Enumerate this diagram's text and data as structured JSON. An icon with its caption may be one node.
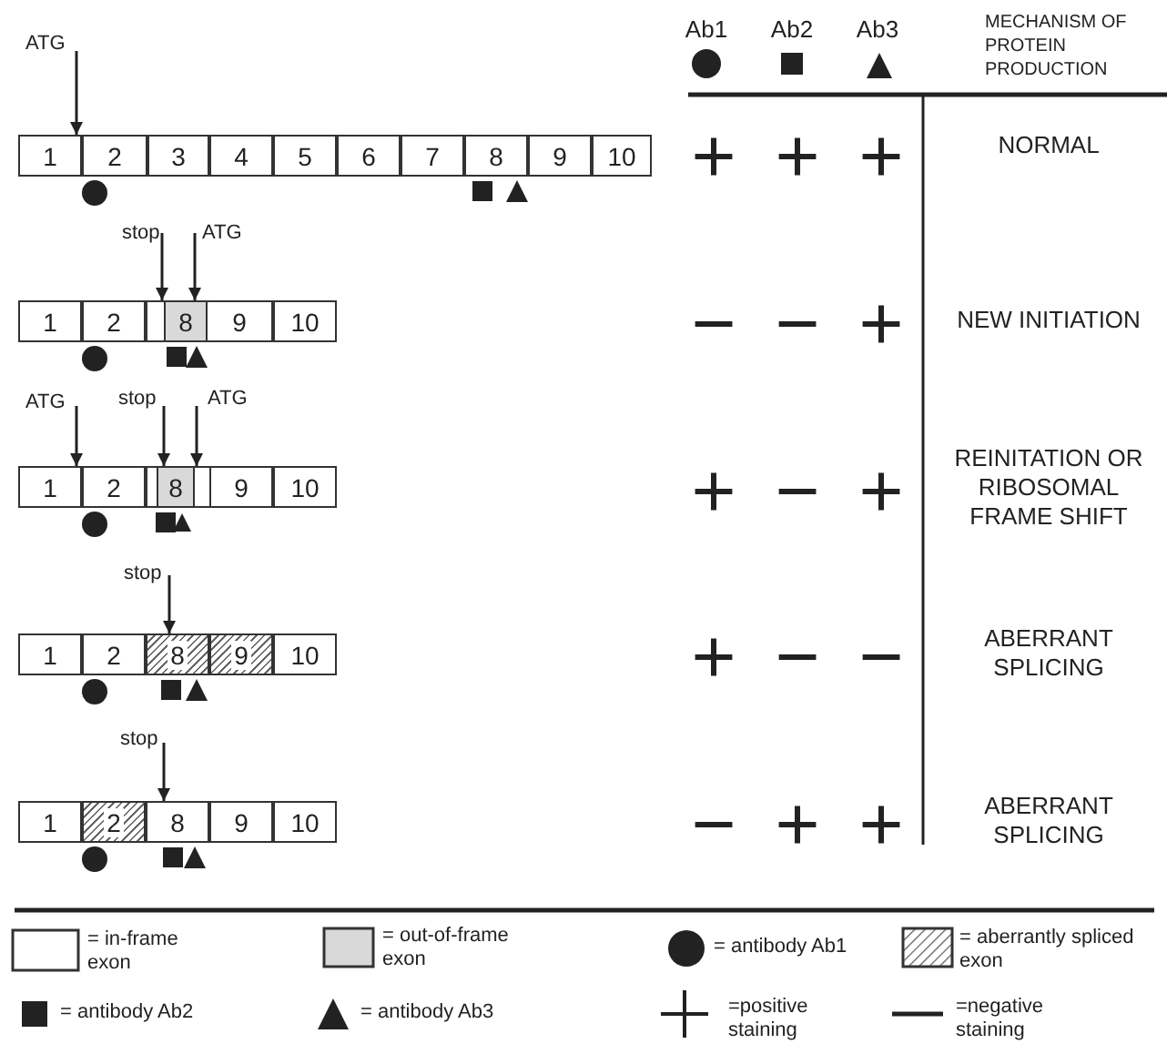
{
  "diagram": {
    "nodes": [
      {
        "text": [
          "1"
        ]
      },
      {
        "text": [
          "2"
        ]
      },
      {
        "text": [
          "3"
        ]
      },
      {
        "text": [
          "4"
        ]
      },
      {
        "text": [
          "5"
        ]
      },
      {
        "text": [
          "6"
        ]
      },
      {
        "text": [
          "7"
        ]
      },
      {
        "text": [
          "8"
        ]
      },
      {
        "text": [
          "9"
        ]
      },
      {
        "text": [
          "10"
        ]
      },
      {
        "text": [
          "1"
        ]
      },
      {
        "text": [
          "2"
        ]
      },
      {
        "text": [],
        "shape": "box"
      },
      {
        "text": [
          "8"
        ]
      },
      {
        "text": [
          "9"
        ]
      },
      {
        "text": [
          "10"
        ]
      },
      {
        "text": [
          "1"
        ]
      },
      {
        "text": [
          "2"
        ]
      },
      {
        "text": [],
        "shape": "box"
      },
      {
        "text": [
          "8"
        ]
      },
      {
        "text": [],
        "shape": "box"
      },
      {
        "text": [
          "9"
        ]
      },
      {
        "text": [
          "10"
        ]
      },
      {
        "text": [
          "1"
        ]
      },
      {
        "text": [
          "2"
        ]
      },
      {
        "text": [
          "8"
        ]
      },
      {
        "text": [
          "9"
        ]
      },
      {
        "text": [
          "10"
        ]
      },
      {
        "text": [
          "1"
        ]
      },
      {
        "text": [
          "2"
        ]
      },
      {
        "text": [
          "8"
        ]
      },
      {
        "text": [
          "9"
        ]
      },
      {
        "text": [
          "10"
        ]
      }
    ],
    "edges": [
      {
        "from": null,
        "to": 0,
        "arrow": "to",
        "label": "ATG"
      },
      {
        "from": null,
        "to": 12,
        "arrow": "to",
        "label": "stop"
      },
      {
        "from": null,
        "to": 13,
        "arrow": "to",
        "label": "ATG"
      },
      {
        "from": null,
        "to": 16,
        "arrow": "to",
        "label": "ATG"
      },
      {
        "from": null,
        "to": 19,
        "arrow": "to",
        "label": "stop"
      },
      {
        "from": null,
        "to": 20,
        "arrow": "to",
        "label": "ATG"
      },
      {
        "from": null,
        "to": 25,
        "arrow": "to",
        "label": "stop"
      },
      {
        "from": null,
        "to": 30,
        "arrow": "to",
        "label": "stop"
      }
    ],
    "labels": [
      "Ab1",
      "Ab2",
      "Ab3",
      "MECHANISM OF PROTEIN PRODUCTION",
      "+",
      "+",
      "+",
      "NORMAL",
      "−",
      "−",
      "+",
      "NEW INITIATION",
      "+",
      "−",
      "+",
      "REINITATION OR RIBOSOMAL FRAME SHIFT",
      "+",
      "−",
      "−",
      "ABERRANT SPLICING",
      "−",
      "+",
      "+",
      "ABERRANT SPLICING"
    ],
    "legend": [
      {
        "text": "= in-frame exon"
      },
      {
        "text": "= out-of-frame exon"
      },
      {
        "text": "= antibody Ab1"
      },
      {
        "text": "= aberrantly spliced exon"
      },
      {
        "text": "= antibody Ab2"
      },
      {
        "text": "= antibody Ab3"
      },
      {
        "text": "=positive staining"
      },
      {
        "text": "=negative staining"
      }
    ]
  }
}
